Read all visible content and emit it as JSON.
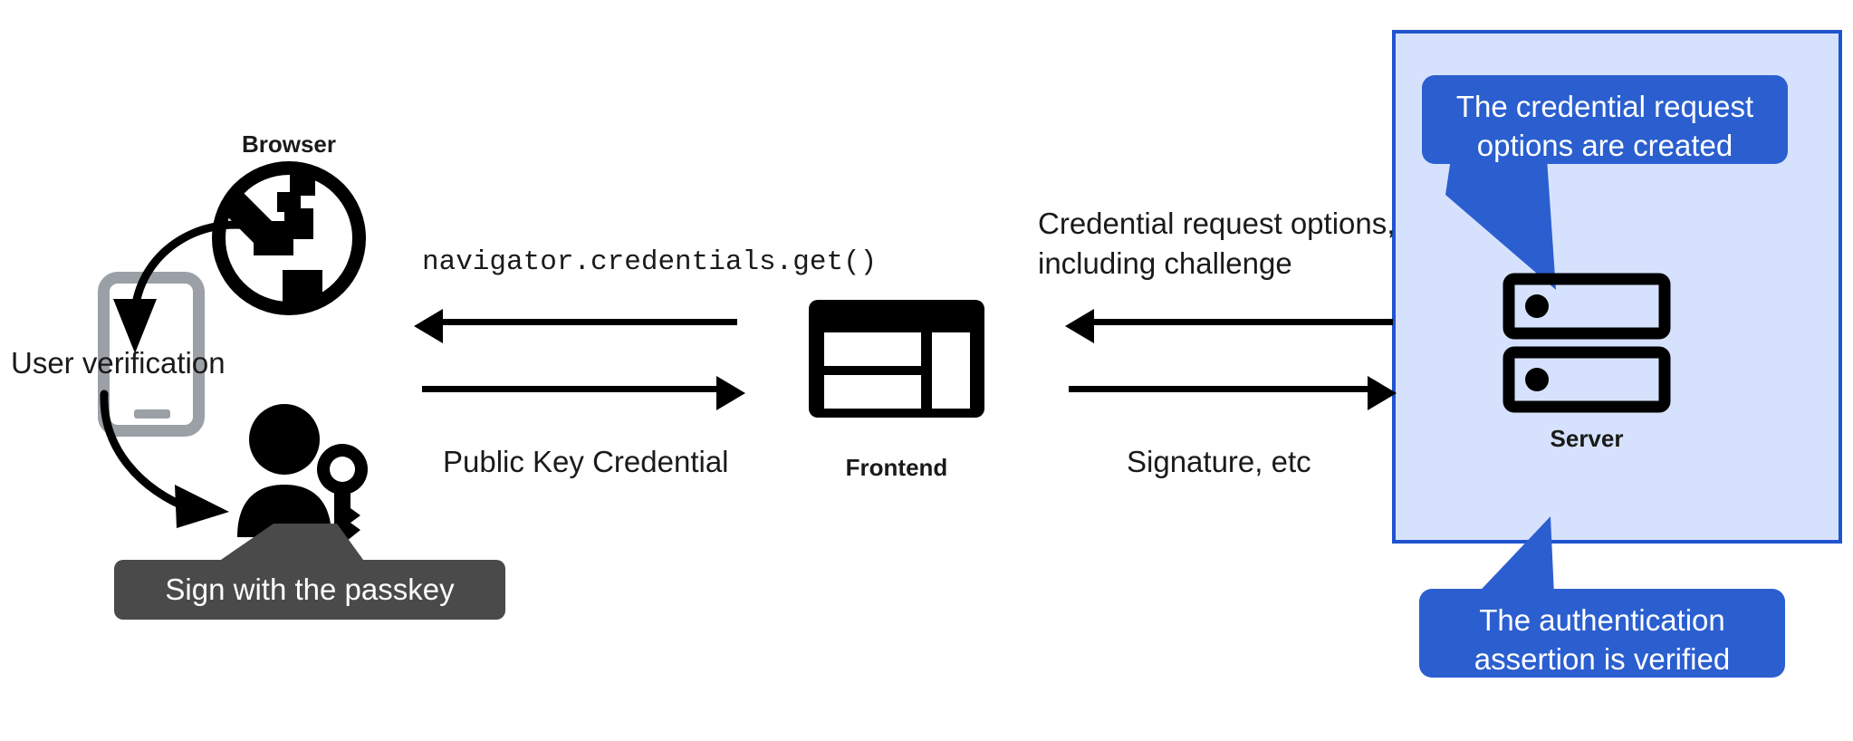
{
  "diagram": {
    "title": "WebAuthn passkey authentication flow",
    "colors": {
      "panel_background": "#d6e2fd",
      "panel_border": "#1f54cf",
      "callout_blue": "#2b5fd0",
      "tooltip_gray": "#4a4a4a",
      "phone_gray": "#9aa0a6",
      "ink": "#000000"
    }
  },
  "nodes": {
    "browser": {
      "label": "Browser",
      "icon": "globe-icon"
    },
    "frontend": {
      "label": "Frontend",
      "icon": "browser-window-icon"
    },
    "server": {
      "label": "Server",
      "icon": "server-rack-icon"
    }
  },
  "annotations": {
    "user_verification": "User verification",
    "sign_with_passkey": "Sign with the passkey"
  },
  "edges": {
    "browser_frontend_top": {
      "label": "navigator.credentials.get()",
      "direction": "left",
      "style": "monospace"
    },
    "browser_frontend_bottom": {
      "label": "Public Key Credential",
      "direction": "right",
      "style": "sans"
    },
    "frontend_server_top": {
      "label_line1": "Credential request options,",
      "label_line2": "including challenge",
      "direction": "left",
      "style": "sans"
    },
    "frontend_server_bottom": {
      "label": "Signature, etc",
      "direction": "right",
      "style": "sans"
    }
  },
  "callouts": {
    "top": "The credential request\noptions are created",
    "bottom": "The authentication\nassertion is verified"
  }
}
